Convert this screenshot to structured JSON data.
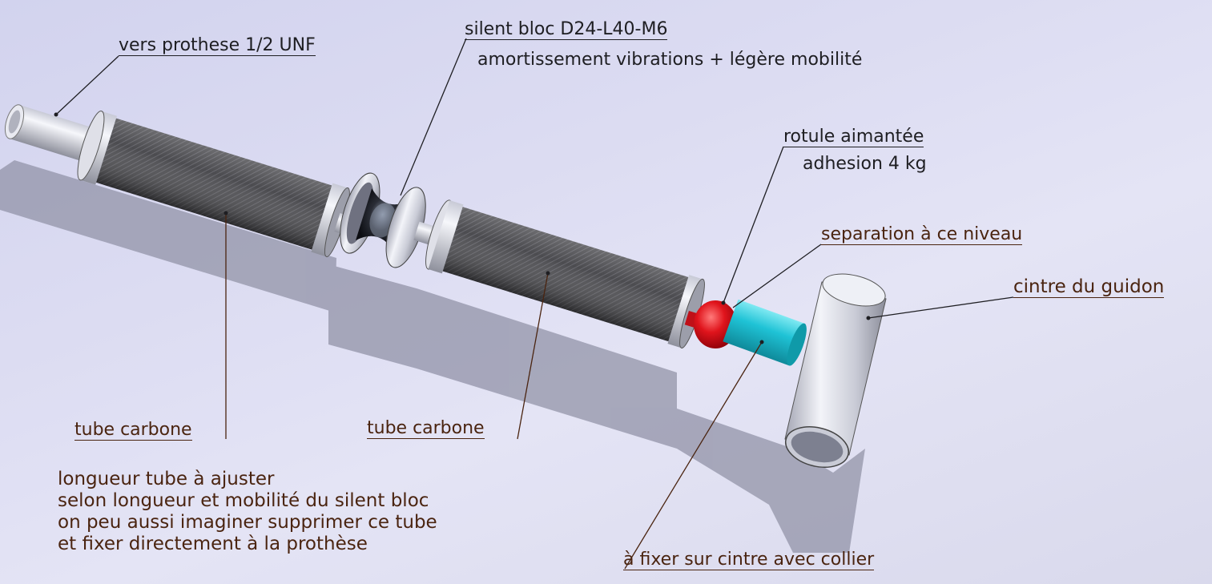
{
  "labels": {
    "vers_prothese": "vers prothese 1/2 UNF",
    "silent_bloc": "silent bloc  D24-L40-M6",
    "amortissement": "amortissement vibrations + légère mobilité",
    "rotule": "rotule aimantée",
    "adhesion": "adhesion 4 kg",
    "separation": "separation à ce niveau",
    "cintre": "cintre du guidon",
    "tube_carbone_1": "tube carbone",
    "tube_carbone_2": "tube carbone",
    "fixer": "à fixer sur cintre avec collier"
  },
  "note_lines": [
    "longueur tube à ajuster",
    "selon longueur et mobilité du silent bloc",
    "on peu aussi imaginer supprimer ce tube",
    "et fixer directement à la prothèse"
  ],
  "colors": {
    "text_dark": "#1e1e22",
    "text_brown": "#4a2410",
    "ball_red": "#e0141c",
    "connector_cyan": "#22c8d8",
    "carbon": "#4a4a4e"
  }
}
